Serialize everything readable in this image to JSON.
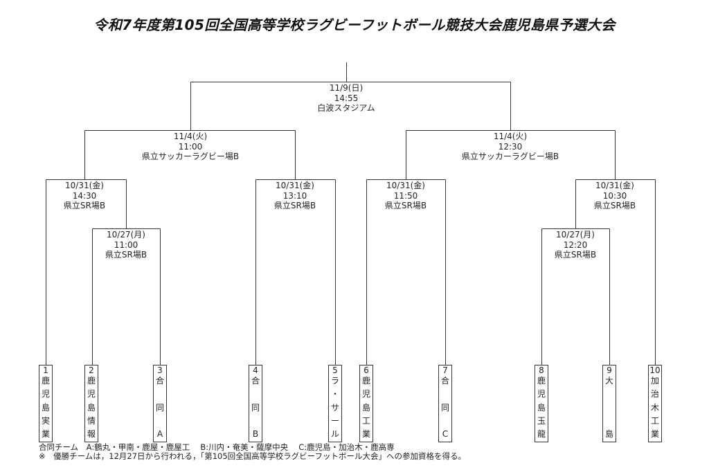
{
  "title": "令和7年度第105回全国高等学校ラグビーフットボール競技大会鹿児島県予選大会",
  "matches": [
    {
      "id": "final",
      "date": "11/9(日)",
      "time": "14:55",
      "venue": "白波スタジアム"
    },
    {
      "id": "sf-left",
      "date": "11/4(火)",
      "time": "11:00",
      "venue": "県立サッカーラグビー場B"
    },
    {
      "id": "sf-right",
      "date": "11/4(火)",
      "time": "12:30",
      "venue": "県立サッカーラグビー場B"
    },
    {
      "id": "qf1",
      "date": "10/31(金)",
      "time": "14:30",
      "venue": "県立SR場B"
    },
    {
      "id": "qf2",
      "date": "10/31(金)",
      "time": "13:10",
      "venue": "県立SR場B"
    },
    {
      "id": "qf3",
      "date": "10/31(金)",
      "time": "11:50",
      "venue": "県立SR場B"
    },
    {
      "id": "qf4",
      "date": "10/31(金)",
      "time": "10:30",
      "venue": "県立SR場B"
    },
    {
      "id": "r1-left",
      "date": "10/27(月)",
      "time": "11:00",
      "venue": "県立SR場B"
    },
    {
      "id": "r1-right",
      "date": "10/27(月)",
      "time": "12:20",
      "venue": "県立SR場B"
    }
  ],
  "teams": [
    {
      "num": "1",
      "chars": [
        "鹿",
        "児",
        "島",
        "実",
        "業"
      ]
    },
    {
      "num": "2",
      "chars": [
        "鹿",
        "児",
        "島",
        "情",
        "報"
      ]
    },
    {
      "num": "3",
      "chars": [
        "合",
        "",
        "同",
        "",
        "A"
      ]
    },
    {
      "num": "4",
      "chars": [
        "合",
        "",
        "同",
        "",
        "B"
      ]
    },
    {
      "num": "5",
      "chars": [
        "ラ",
        "・",
        "サ",
        "ー",
        "ル"
      ]
    },
    {
      "num": "6",
      "chars": [
        "鹿",
        "児",
        "島",
        "工",
        "業"
      ]
    },
    {
      "num": "7",
      "chars": [
        "合",
        "",
        "同",
        "",
        "C"
      ]
    },
    {
      "num": "8",
      "chars": [
        "鹿",
        "児",
        "島",
        "玉",
        "龍"
      ]
    },
    {
      "num": "9",
      "chars": [
        "大",
        "",
        "",
        "",
        "島"
      ]
    },
    {
      "num": "10",
      "chars": [
        "加",
        "治",
        "木",
        "工",
        "業"
      ]
    }
  ],
  "notes": {
    "joint_teams": "合同チーム　A:鶴丸・甲南・鹿屋・鹿屋工　 B:川内・奄美・薩摩中央　 C:鹿児島・加治木・鹿高専",
    "qualification": "※　優勝チームは，12月27日から行われる，「第105回全国高等学校ラグビーフットボール大会」への参加資格を得る。"
  }
}
